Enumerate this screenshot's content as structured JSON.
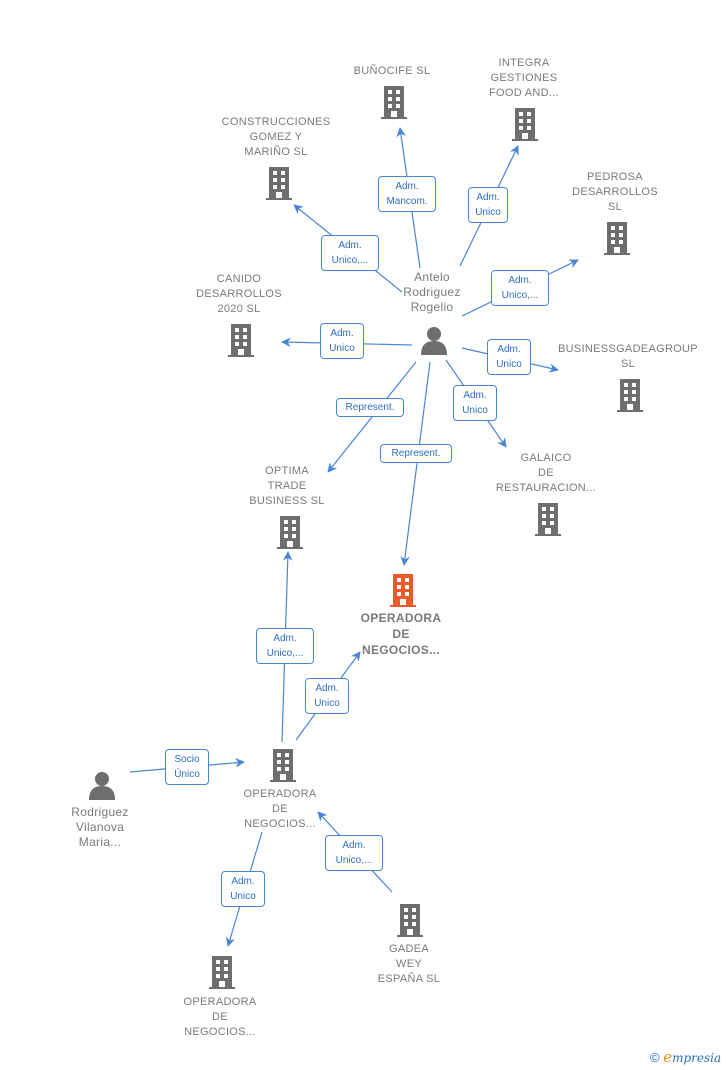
{
  "colors": {
    "edge": "#4a86d6",
    "node_icon": "#6e6e6e",
    "focus_icon": "#f05a28",
    "label": "#7a7a7a",
    "rel_text": "#2f6fc2"
  },
  "nodes": [
    {
      "id": "bunocife",
      "type": "company",
      "label": "BUÑOCIFE SL"
    },
    {
      "id": "integra",
      "type": "company",
      "label": "INTEGRA\nGESTIONES\nFOOD AND..."
    },
    {
      "id": "construcciones",
      "type": "company",
      "label": "CONSTRUCCIONES\nGOMEZ Y\nMARIÑO  SL"
    },
    {
      "id": "pedrosa",
      "type": "company",
      "label": "PEDROSA\nDESARROLLOS\nSL"
    },
    {
      "id": "canido",
      "type": "company",
      "label": "CANIDO\nDESARROLLOS\n2020  SL"
    },
    {
      "id": "antelo",
      "type": "person",
      "label": "Antelo\nRodriguez\nRogelio"
    },
    {
      "id": "businessgadea",
      "type": "company",
      "label": "BUSINESSGADEAGROUP\nSL"
    },
    {
      "id": "optima",
      "type": "company",
      "label": "OPTIMA\nTRADE\nBUSINESS  SL"
    },
    {
      "id": "galaico",
      "type": "company",
      "label": "GALAICO\nDE\nRESTAURACION..."
    },
    {
      "id": "operadora_focus",
      "type": "company",
      "focus": true,
      "label": "OPERADORA\nDE\nNEGOCIOS..."
    },
    {
      "id": "operadora_mid",
      "type": "company",
      "label": "OPERADORA\nDE\nNEGOCIOS..."
    },
    {
      "id": "rodriguez",
      "type": "person",
      "label": "Rodriguez\nVilanova\nMaria..."
    },
    {
      "id": "operadora_bottom",
      "type": "company",
      "label": "OPERADORA\nDE\nNEGOCIOS..."
    },
    {
      "id": "gadea_wey",
      "type": "company",
      "label": "GADEA\nWEY\nESPAÑA  SL"
    }
  ],
  "relations": [
    {
      "from": "antelo",
      "to": "bunocife",
      "label": "Adm.\nMancom."
    },
    {
      "from": "antelo",
      "to": "integra",
      "label": "Adm.\nUnico"
    },
    {
      "from": "antelo",
      "to": "construcciones",
      "label": "Adm.\nUnico,..."
    },
    {
      "from": "antelo",
      "to": "pedrosa",
      "label": "Adm.\nUnico,..."
    },
    {
      "from": "antelo",
      "to": "canido",
      "label": "Adm.\nUnico"
    },
    {
      "from": "antelo",
      "to": "businessgadea",
      "label": "Adm.\nUnico"
    },
    {
      "from": "antelo",
      "to": "galaico",
      "label": "Adm.\nUnico"
    },
    {
      "from": "antelo",
      "to": "optima",
      "label": "Represent."
    },
    {
      "from": "antelo",
      "to": "operadora_focus",
      "label": "Represent."
    },
    {
      "from": "operadora_mid",
      "to": "optima",
      "label": "Adm.\nUnico,..."
    },
    {
      "from": "operadora_mid",
      "to": "operadora_focus",
      "label": "Adm.\nUnico"
    },
    {
      "from": "rodriguez",
      "to": "operadora_mid",
      "label": "Socio\nÚnico"
    },
    {
      "from": "operadora_mid",
      "to": "operadora_bottom",
      "label": "Adm.\nUnico"
    },
    {
      "from": "gadea_wey",
      "to": "operadora_mid",
      "label": "Adm.\nUnico,..."
    }
  ],
  "footer": {
    "copyright_symbol": "©",
    "brand": "mpresia",
    "brand_initial": "e"
  }
}
